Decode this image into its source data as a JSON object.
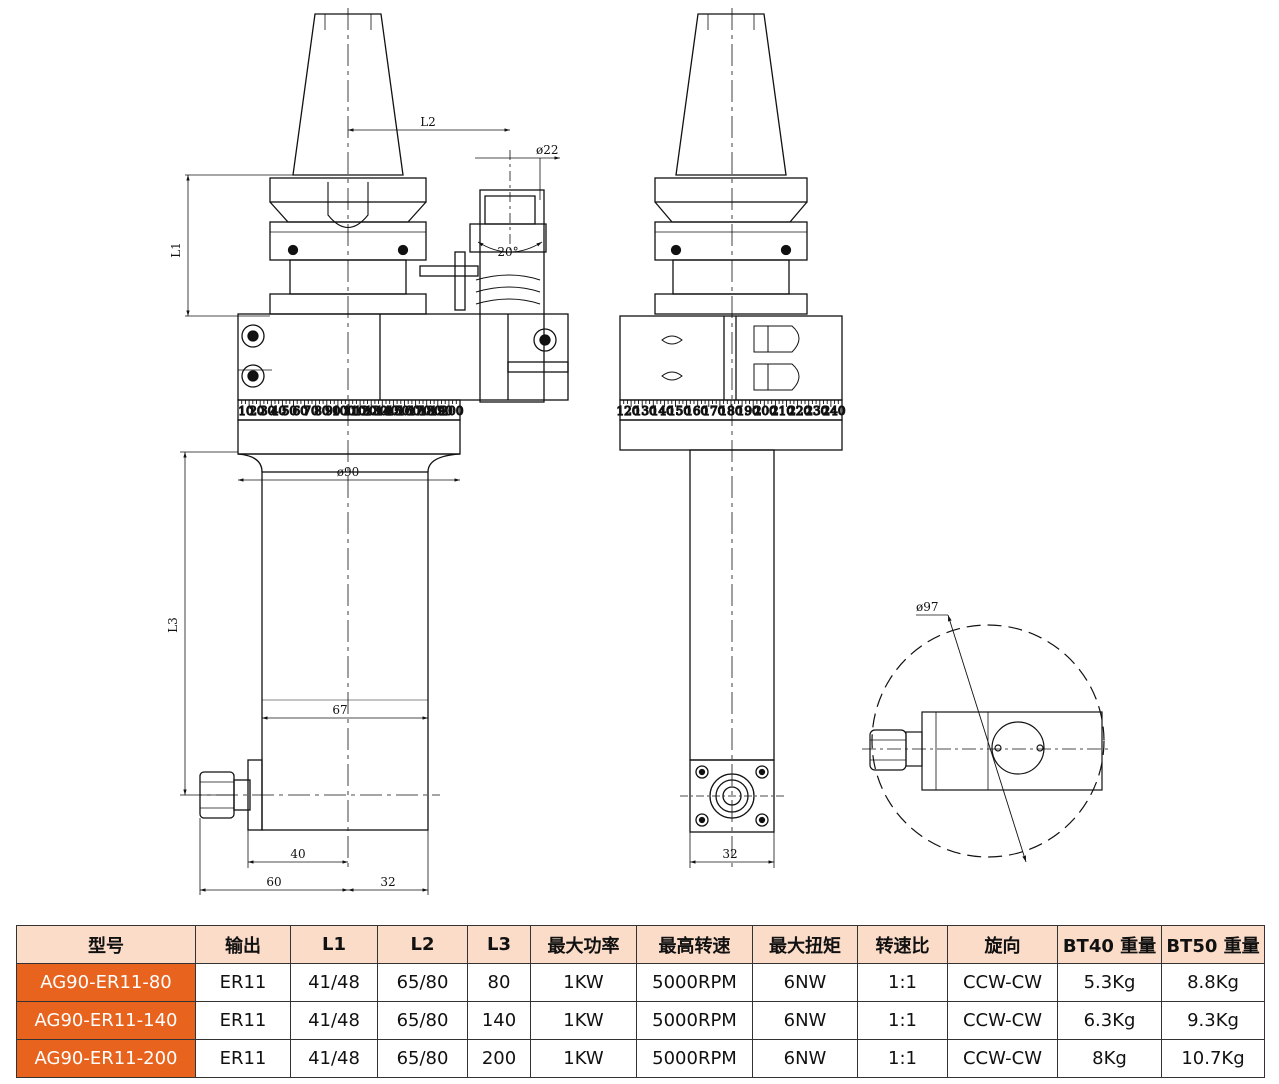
{
  "drawing": {
    "left_view": {
      "dims": {
        "L1": "L1",
        "L2": "L2",
        "L3": "L3",
        "d22": "ø22",
        "angle": "20°",
        "d90": "ø90",
        "w67": "67",
        "w40": "40",
        "w60": "60",
        "w32": "32"
      },
      "scale_labels": [
        "10",
        "20",
        "30",
        "40",
        "50",
        "60",
        "70",
        "80",
        "90",
        "100",
        "110",
        "120",
        "130",
        "140",
        "150",
        "160",
        "170",
        "180",
        "190",
        "200"
      ]
    },
    "front_view": {
      "dims": {
        "w32": "32"
      },
      "scale_labels": [
        "120",
        "130",
        "140",
        "150",
        "160",
        "170",
        "180",
        "190",
        "200",
        "210",
        "220",
        "230",
        "240"
      ]
    },
    "top_view": {
      "dims": {
        "d97": "ø97"
      }
    }
  },
  "table": {
    "headers": [
      "型号",
      "输出",
      "L1",
      "L2",
      "L3",
      "最大功率",
      "最高转速",
      "最大扭矩",
      "转速比",
      "旋向",
      "BT40 重量",
      "BT50 重量"
    ],
    "rows": [
      [
        "AG90-ER11-80",
        "ER11",
        "41/48",
        "65/80",
        "80",
        "1KW",
        "5000RPM",
        "6NW",
        "1:1",
        "CCW-CW",
        "5.3Kg",
        "8.8Kg"
      ],
      [
        "AG90-ER11-140",
        "ER11",
        "41/48",
        "65/80",
        "140",
        "1KW",
        "5000RPM",
        "6NW",
        "1:1",
        "CCW-CW",
        "6.3Kg",
        "9.3Kg"
      ],
      [
        "AG90-ER11-200",
        "ER11",
        "41/48",
        "65/80",
        "200",
        "1KW",
        "5000RPM",
        "6NW",
        "1:1",
        "CCW-CW",
        "8Kg",
        "10.7Kg"
      ]
    ]
  },
  "colors": {
    "header_bg": "#fbdcc9",
    "model_bg": "#e8641e",
    "model_text": "#ffffff",
    "line": "#111111"
  }
}
